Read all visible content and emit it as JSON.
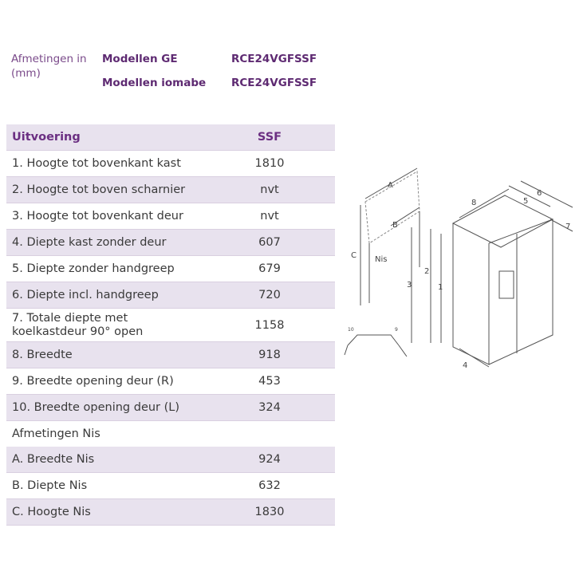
{
  "header": {
    "label": "Afmetingen in (mm)",
    "models": [
      {
        "name": "Modellen GE",
        "code": "RCE24VGFSSF"
      },
      {
        "name": "Modellen iomabe",
        "code": "RCE24VGFSSF"
      }
    ]
  },
  "table": {
    "head": {
      "label": "Uitvoering",
      "value": "SSF"
    },
    "rows": [
      {
        "label": "1.  Hoogte tot bovenkant kast",
        "value": "1810"
      },
      {
        "label": "2.  Hoogte tot boven scharnier",
        "value": "nvt"
      },
      {
        "label": "3.  Hoogte tot bovenkant deur",
        "value": "nvt"
      },
      {
        "label": "4.  Diepte kast zonder deur",
        "value": "607"
      },
      {
        "label": "5.  Diepte zonder handgreep",
        "value": "679"
      },
      {
        "label": "6.  Diepte incl. handgreep",
        "value": "720"
      },
      {
        "label": "7.  Totale diepte met koelkastdeur 90° open",
        "value": "1158"
      },
      {
        "label": "8.  Breedte",
        "value": "918"
      },
      {
        "label": "9.  Breedte opening deur (R)",
        "value": "453"
      },
      {
        "label": "10. Breedte opening deur (L)",
        "value": "324"
      }
    ],
    "section": "Afmetingen Nis",
    "nis_rows": [
      {
        "label": "A.  Breedte Nis",
        "value": "924"
      },
      {
        "label": "B.  Diepte Nis",
        "value": "632"
      },
      {
        "label": "C.  Hoogte Nis",
        "value": "1830"
      }
    ]
  },
  "diagram": {
    "labels": {
      "a": "A",
      "b": "B",
      "c": "C",
      "nis": "Nis",
      "n1": "1",
      "n2": "2",
      "n3": "3",
      "n4": "4",
      "n5": "5",
      "n6": "6",
      "n7": "7",
      "n8": "8",
      "n9": "9",
      "n10": "10"
    }
  }
}
